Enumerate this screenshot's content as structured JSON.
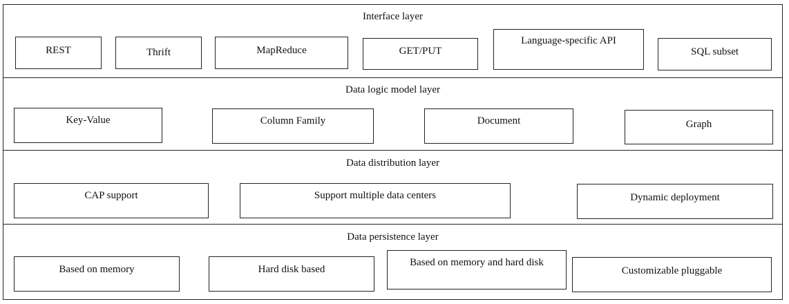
{
  "layers": [
    {
      "title": "Interface layer",
      "boxes": [
        "REST",
        "Thrift",
        "MapReduce",
        "GET/PUT",
        "Language-specific API",
        "SQL subset"
      ]
    },
    {
      "title": "Data logic model layer",
      "boxes": [
        "Key-Value",
        "Column Family",
        "Document",
        "Graph"
      ]
    },
    {
      "title": "Data distribution layer",
      "boxes": [
        "CAP support",
        "Support multiple data centers",
        "Dynamic deployment"
      ]
    },
    {
      "title": "Data persistence layer",
      "boxes": [
        "Based on memory",
        "Hard disk based",
        "Based on memory and hard disk",
        "Customizable pluggable"
      ]
    }
  ]
}
